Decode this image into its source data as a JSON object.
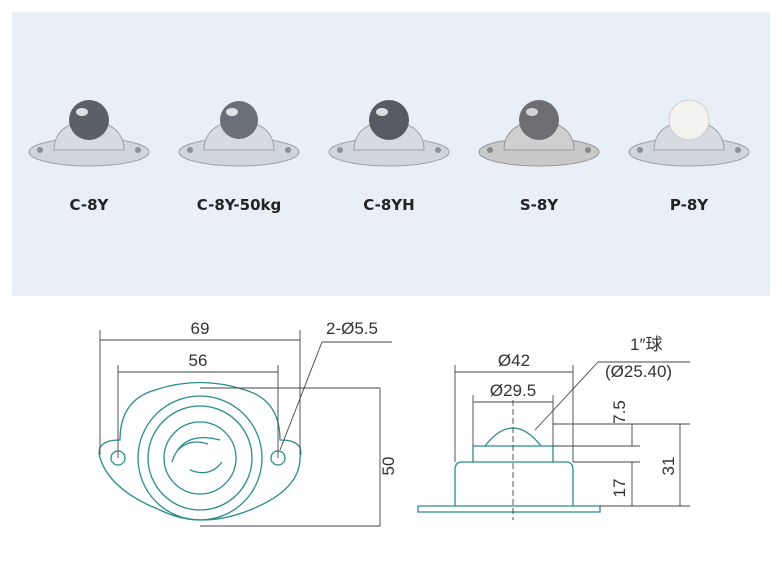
{
  "products": [
    {
      "model": "C-8Y",
      "ball": "chrome"
    },
    {
      "model": "C-8Y-50kg",
      "ball": "chrome"
    },
    {
      "model": "C-8YH",
      "ball": "chrome"
    },
    {
      "model": "S-8Y",
      "ball": "stainless"
    },
    {
      "model": "P-8Y",
      "ball": "plastic-white"
    }
  ],
  "drawing": {
    "top_view": {
      "overall_width": "69",
      "hole_pitch": "56",
      "holes": "2-Ø5.5",
      "height": "50"
    },
    "side_view": {
      "flange_diameter": "Ø42",
      "body_diameter": "Ø29.5",
      "ball_size": "1″球",
      "ball_diameter": "(Ø25.40)",
      "ball_protrusion": "7.5",
      "body_height": "17",
      "total_height": "31"
    }
  },
  "colors": {
    "panel": "#e9eff6",
    "line": "#2a8c8c",
    "dim_line": "#444444"
  }
}
